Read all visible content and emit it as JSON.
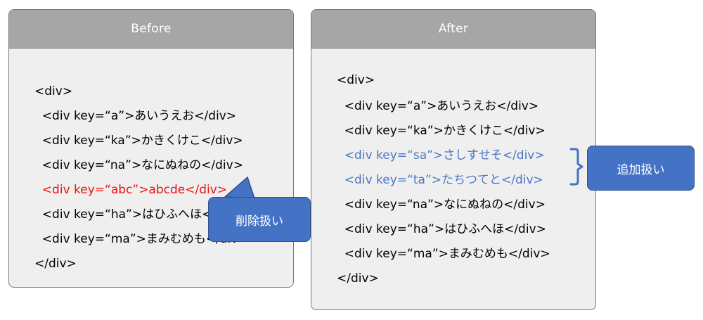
{
  "before": {
    "title": "Before",
    "lines": [
      "<div>",
      "  <div key=“a”>あいうえお</div>",
      "  <div key=“ka”>かきくけこ</div>",
      "  <div key=“na”>なにぬねの</div>",
      "  <div key=“abc”>abcde</div>",
      "  <div key=“ha”>はひふへほ</div>",
      "  <div key=“ma”>まみむめも</div>",
      "</div>"
    ],
    "highlight_index": 4,
    "highlight_color": "#ee1111"
  },
  "after": {
    "title": "After",
    "lines": [
      "<div>",
      "  <div key=“a”>あいうえお</div>",
      "  <div key=“ka”>かきくけこ</div>",
      "  <div key=“sa”>さしすせそ</div>",
      "  <div key=“ta”>たちつてと</div>",
      "  <div key=“na”>なにぬねの</div>",
      "  <div key=“ha”>はひふへほ</div>",
      "  <div key=“ma”>まみむめも</div>",
      "</div>"
    ],
    "highlight_indices": [
      3,
      4
    ],
    "highlight_color": "#4a76c6"
  },
  "callouts": {
    "delete_label": "削除扱い",
    "add_label": "追加扱い",
    "fill_color": "#4472c4"
  }
}
